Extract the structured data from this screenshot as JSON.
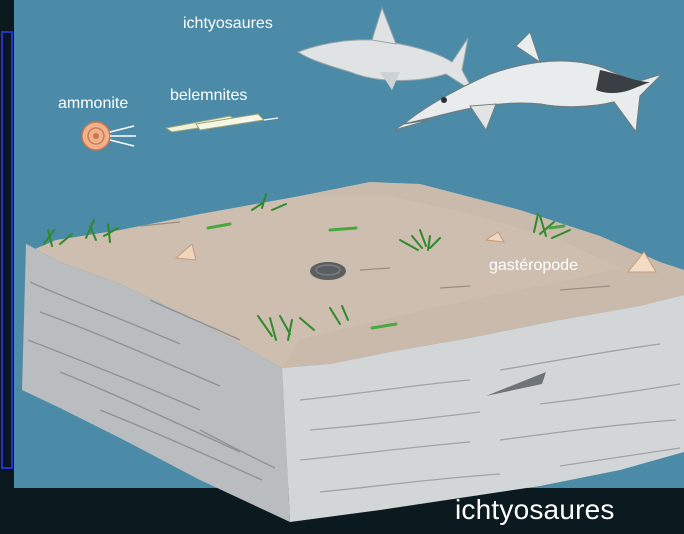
{
  "labels": {
    "ichthyosaurs": "ichtyosaures",
    "ammonite": "ammonite",
    "belemnites": "belemnites",
    "gastropod": "gastéropode"
  },
  "caption": "ichtyosaures",
  "colors": {
    "background": "#0b1a1e",
    "frame": "#1f2fb8",
    "sea": "#4a8aa7",
    "sediment_top": "#cbbcac",
    "rock_block": "#c7cbcc",
    "algae": "#3d9a36"
  }
}
